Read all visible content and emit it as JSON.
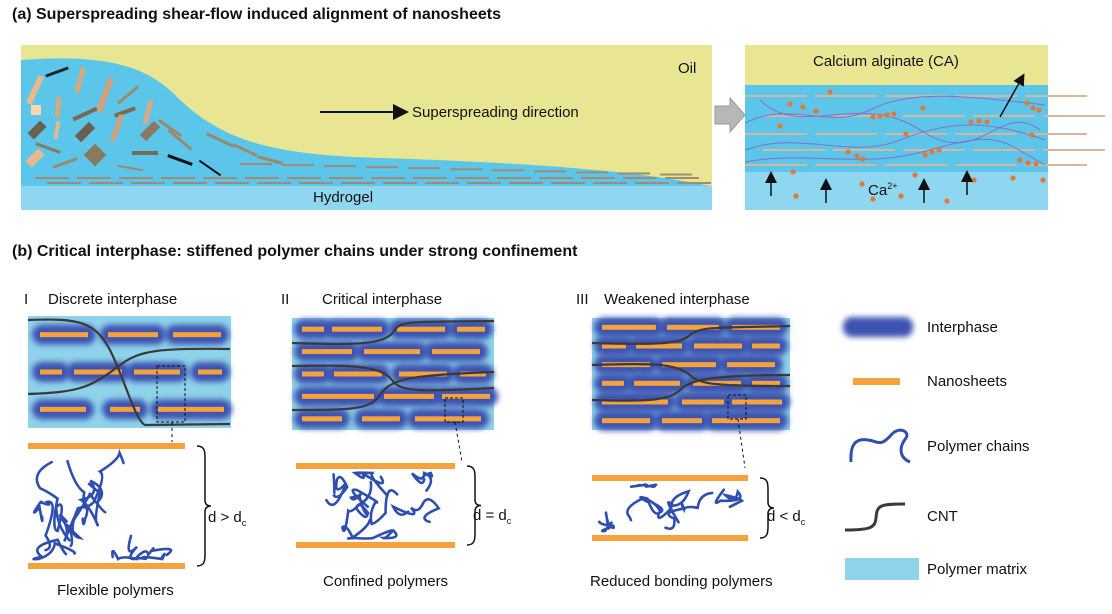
{
  "panel_a": {
    "heading": "(a)  Superspreading shear-flow induced alignment of nanosheets",
    "oil_label": "Oil",
    "direction_label": "Superspreading direction",
    "hydrogel_label": "Hydrogel",
    "ca_label": "Calcium alginate (CA)",
    "ca_ion_label": "Ca",
    "ca_ion_sup": "2+"
  },
  "panel_b": {
    "heading": "(b)  Critical interphase: stiffened polymer chains under strong confinement",
    "cases": [
      {
        "numeral": "I",
        "title": "Discrete interphase",
        "relation": "d > d",
        "relation_sub": "c",
        "caption": "Flexible polymers"
      },
      {
        "numeral": "II",
        "title": "Critical interphase",
        "relation": "d = d",
        "relation_sub": "c",
        "caption": "Confined polymers"
      },
      {
        "numeral": "III",
        "title": "Weakened interphase",
        "relation": "d < d",
        "relation_sub": "c",
        "caption": "Reduced bonding polymers"
      }
    ],
    "legend": [
      {
        "label": "Interphase",
        "icon": "interphase-swatch"
      },
      {
        "label": "Nanosheets",
        "icon": "nanosheet-bar"
      },
      {
        "label": "Polymer chains",
        "icon": "polymer-chain-squiggle"
      },
      {
        "label": "CNT",
        "icon": "cnt-curve"
      },
      {
        "label": "Polymer matrix",
        "icon": "matrix-swatch"
      }
    ]
  },
  "colors": {
    "oil": "#e9e693",
    "liquid": "#5bc6ea",
    "hydrogel": "#8fd6f0",
    "matrix": "#8ed3ea",
    "interphase": "#3d52b0",
    "nanosheet": "#f5a23c",
    "polymer": "#2f4fb0",
    "cnt": "#3a3a3a",
    "ion": "#e07a3a",
    "alginate": "#8a6fc4"
  }
}
